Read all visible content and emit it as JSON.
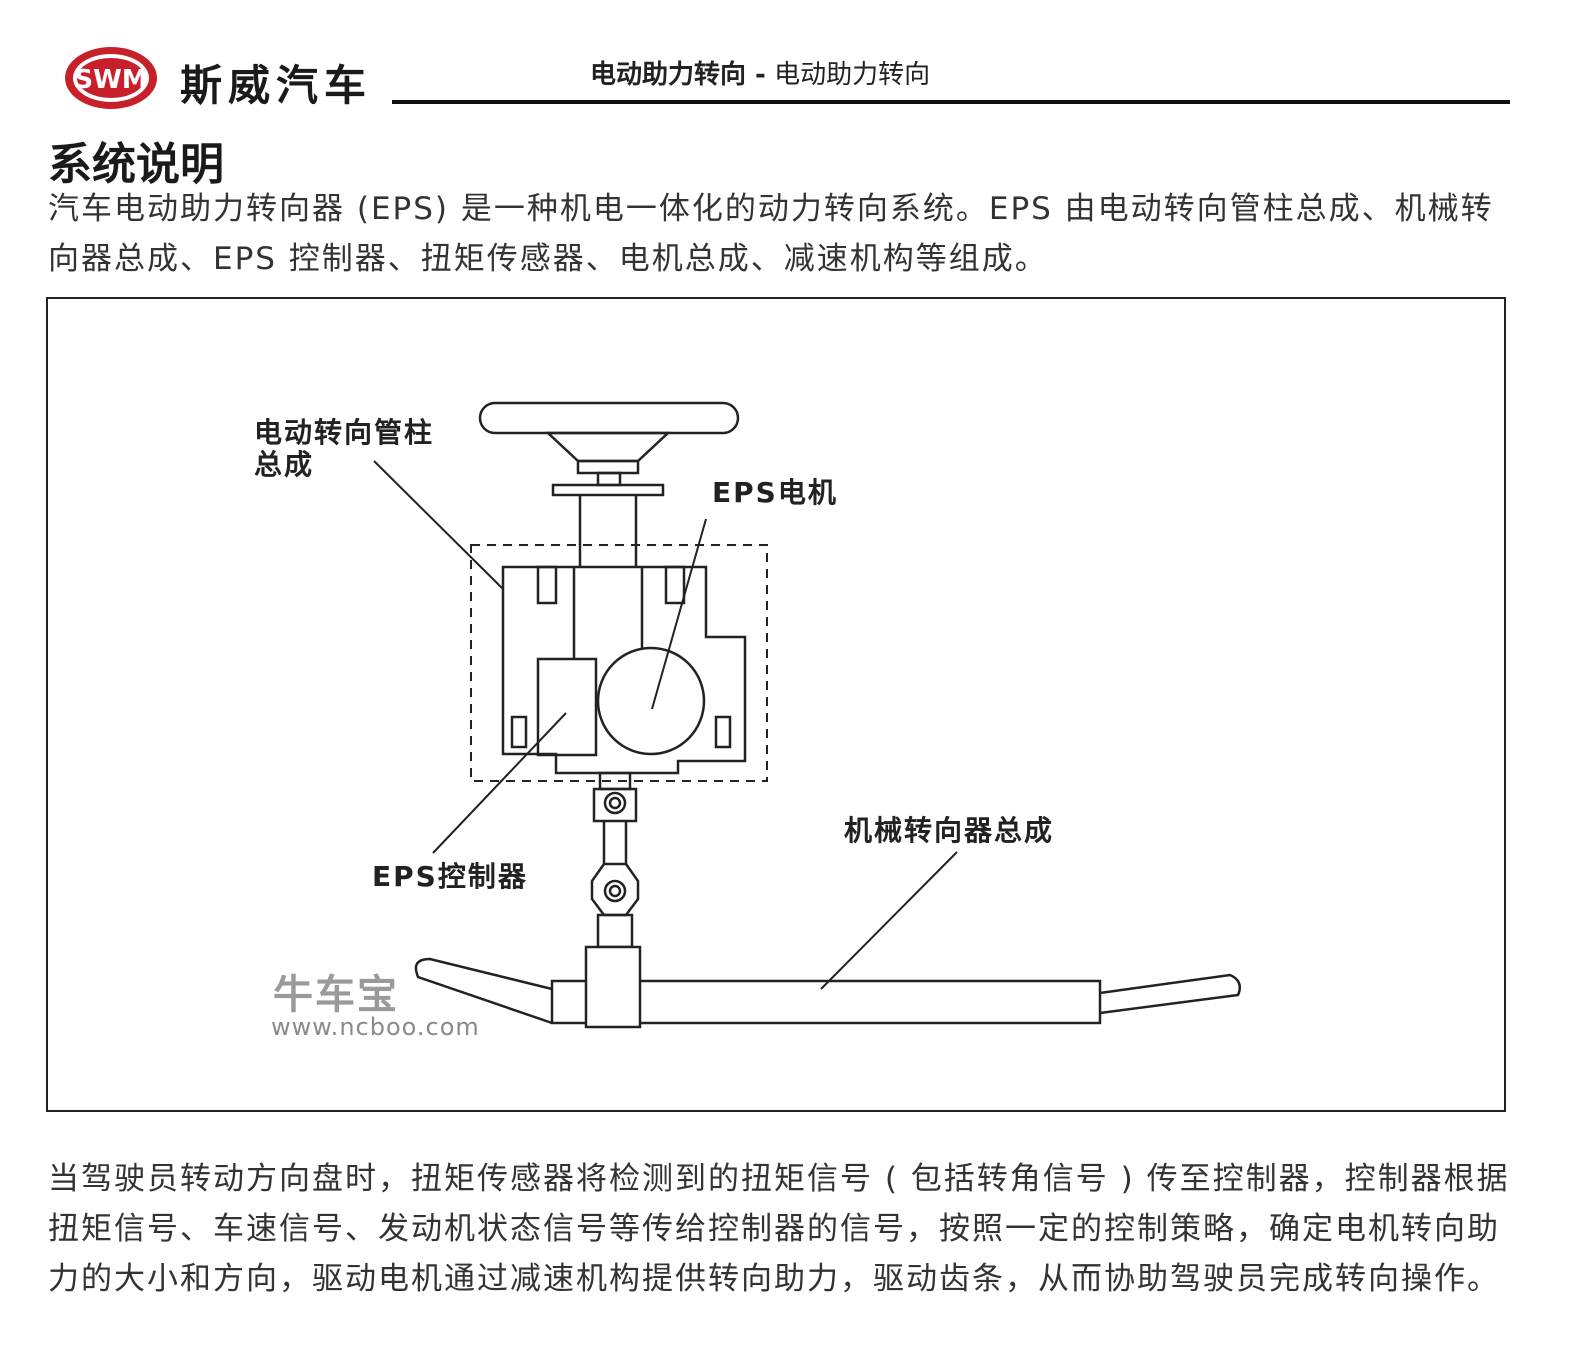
{
  "header": {
    "logo_text": "SWM",
    "brand": "斯威汽车",
    "section_bold": "电动助力转向 -",
    "section_normal": "电动助力转向"
  },
  "title": "系统说明",
  "intro_text": "汽车电动助力转向器 (EPS) 是一种机电一体化的动力转向系统。EPS 由电动转向管柱总成、机械转向器总成、EPS 控制器、扭矩传感器、电机总成、减速机构等组成。",
  "figure": {
    "label_column": "电动转向管柱总成",
    "label_column_line1": "电动转向管柱",
    "label_column_line2": "总成",
    "label_motor": "EPS电机",
    "label_controller": "EPS控制器",
    "label_gear": "机械转向器总成",
    "watermark_cn": "牛车宝",
    "watermark_url": "www.ncboo.com"
  },
  "body_text": "当驾驶员转动方向盘时，扭矩传感器将检测到的扭矩信号 ( 包括转角信号 ) 传至控制器，控制器根据扭矩信号、车速信号、发动机状态信号等传给控制器的信号，按照一定的控制策略，确定电机转向助力的大小和方向，驱动电机通过减速机构提供转向助力，驱动齿条，从而协助驾驶员完成转向操作。",
  "colors": {
    "logo_red": "#c8202a",
    "line": "#222222"
  }
}
